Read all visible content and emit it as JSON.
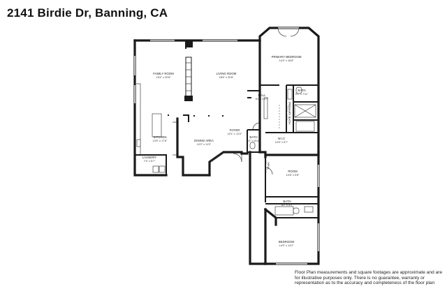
{
  "title": "2141 Birdie Dr, Banning, CA",
  "rooms": {
    "family_room": {
      "name": "FAMILY ROOM",
      "dims": "15'4\" x 20'8\""
    },
    "living_room": {
      "name": "LIVING ROOM",
      "dims": "18'6\" x 20'8\""
    },
    "primary_bedroom": {
      "name": "PRIMARY BEDROOM",
      "dims": "14'3\" x 16'8\""
    },
    "bath_primary": {
      "name": "BATH",
      "dims": "5'1\" x 7'11\""
    },
    "primary_bath": {
      "name": "PRIMARY BATH",
      "dims": "5'11\" x 12'6\""
    },
    "hall": {
      "name": "HALL",
      "dims": "6'11\" x 6'7\""
    },
    "wic": {
      "name": "W.I.C",
      "dims": "10'5\" x 5'7\""
    },
    "kitchen": {
      "name": "KITCHEN",
      "dims": "13'9\" x 17'6\""
    },
    "dining_area": {
      "name": "DINING AREA",
      "dims": "10'2\" x 11'0\""
    },
    "foyer": {
      "name": "FOYER",
      "dims": "10'1\" x 11'0\""
    },
    "bath_foyer": {
      "name": "BATH",
      "dims": "5'1\" x 8'11\""
    },
    "laundry": {
      "name": "LAUNDRY",
      "dims": "7'4\" x 5'7\""
    },
    "room": {
      "name": "ROOM",
      "dims": "10'8\" x 9'8\""
    },
    "hall_2": {
      "name": "HALL",
      "dims": "3'9\" x 18'3\""
    },
    "bath_2": {
      "name": "BATH",
      "dims": "8'0\" x 5'0\""
    },
    "bedroom": {
      "name": "BEDROOM",
      "dims": "14'3\" x 14'2\""
    }
  },
  "disclaimer": "Floor Plan measurements and square footages are approximate and are for illustrative purposes only. There is no guarantee, warranty or representation as to the accuracy and completeness of the floor plan"
}
